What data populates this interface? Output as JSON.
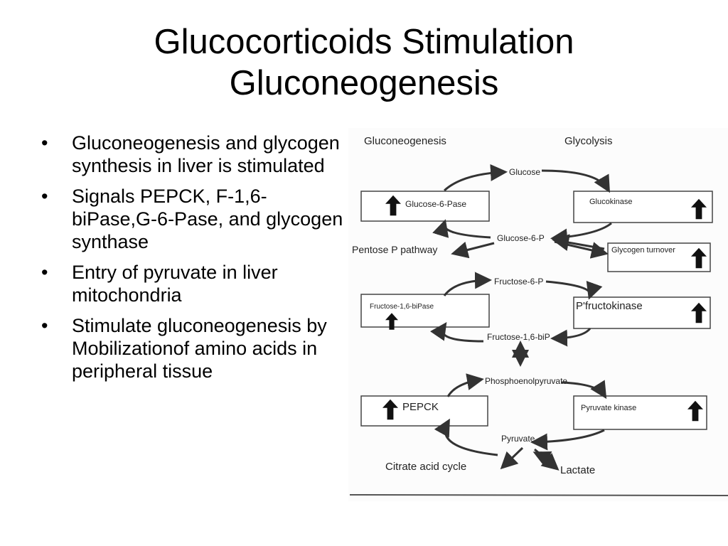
{
  "title": {
    "line1": "Glucocorticoids Stimulation",
    "line2": "Gluconeogenesis"
  },
  "bullets": [
    "Gluconeogenesis and glycogen synthesis in liver is stimulated",
    "Signals PEPCK, F-1,6-biPase,G-6-Pase, and glycogen synthase",
    "Entry of pyruvate in liver mitochondria",
    "Stimulate gluconeogenesis by Mobilizationof amino acids in peripheral tissue"
  ],
  "diagram": {
    "left_heading": "Gluconeogenesis",
    "right_heading": "Glycolysis",
    "metabolites": {
      "glucose": "Glucose",
      "g6p": "Glucose-6-P",
      "f6p": "Fructose-6-P",
      "f16bp": "Fructose-1,6-biP",
      "pep": "Phosphoenolpyruvate",
      "pyruvate": "Pyruvate"
    },
    "side_products": {
      "pentose": "Pentose P pathway",
      "citrate": "Citrate acid cycle",
      "lactate": "Lactate"
    },
    "enzymes_left": [
      "Glucose-6-Pase",
      "Fructose-1,6-biPase",
      "PEPCK"
    ],
    "enzymes_right": [
      "Glucokinase",
      "Glycogen turnover",
      "P'fructokinase",
      "Pyruvate kinase"
    ],
    "arrow_color": "#333333",
    "icon": "up-arrow-icon"
  }
}
